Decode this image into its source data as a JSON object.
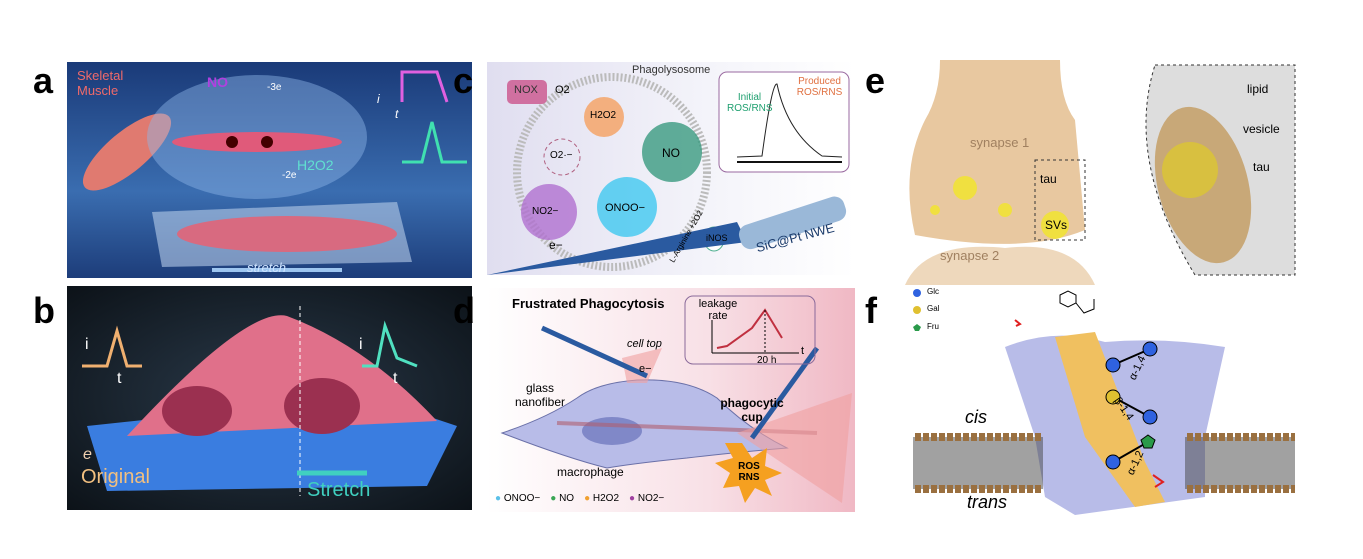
{
  "panels": {
    "a": {
      "label": "a",
      "title": "Skeletal Muscle",
      "species": [
        "NO",
        "H2O2"
      ],
      "electrons": [
        "-3e",
        "-2e"
      ],
      "axes": [
        "i",
        "t"
      ],
      "stretch": "stretch"
    },
    "b": {
      "label": "b",
      "axes": [
        "i",
        "t"
      ],
      "original": "Original",
      "stretch": "Stretch",
      "electron": "e"
    },
    "c": {
      "label": "c",
      "title": "Phagolysosome",
      "nox": "NOX",
      "o2": "O2",
      "h2o2": "H2O2",
      "superoxide": "O2·−",
      "no": "NO",
      "onoo": "ONOO−",
      "no2": "NO2−",
      "inos": "iNOS",
      "arginine": "L-Arginine +2O2",
      "electron": "e−",
      "electrode": "SiC@Pt NWE",
      "inset_initial": "Initial ROS/RNS",
      "inset_produced": "Produced ROS/RNS"
    },
    "d": {
      "label": "d",
      "title": "Frustrated  Phagocytosis",
      "inset_ylabel": "leakage rate",
      "inset_xlabel": "t",
      "inset_tick": "20 h",
      "cell_top": "cell top",
      "fiber": "glass nanofiber",
      "cup": "phagocytic cup",
      "macrophage": "macrophage",
      "ros": "ROS RNS",
      "electron": "e−",
      "legend": [
        "ONOO−",
        "NO",
        "H2O2",
        "NO2−"
      ],
      "legend_colors": [
        "#5bc0e8",
        "#3aa655",
        "#f0a030",
        "#a040a0"
      ]
    },
    "e": {
      "label": "e",
      "synapse1": "synapse 1",
      "synapse2": "synapse 2",
      "tau": "tau",
      "svs": "SVs",
      "zoom_labels": [
        "lipid",
        "vesicle",
        "tau"
      ]
    },
    "f": {
      "label": "f",
      "legend": [
        "Glc",
        "Gal",
        "Fru"
      ],
      "legend_colors": [
        "#2f62e0",
        "#e0c030",
        "#2a9a4a"
      ],
      "linkages": [
        "α-1,4",
        "β-1,4",
        "α-1,2"
      ],
      "cis": "cis",
      "trans": "trans"
    }
  }
}
